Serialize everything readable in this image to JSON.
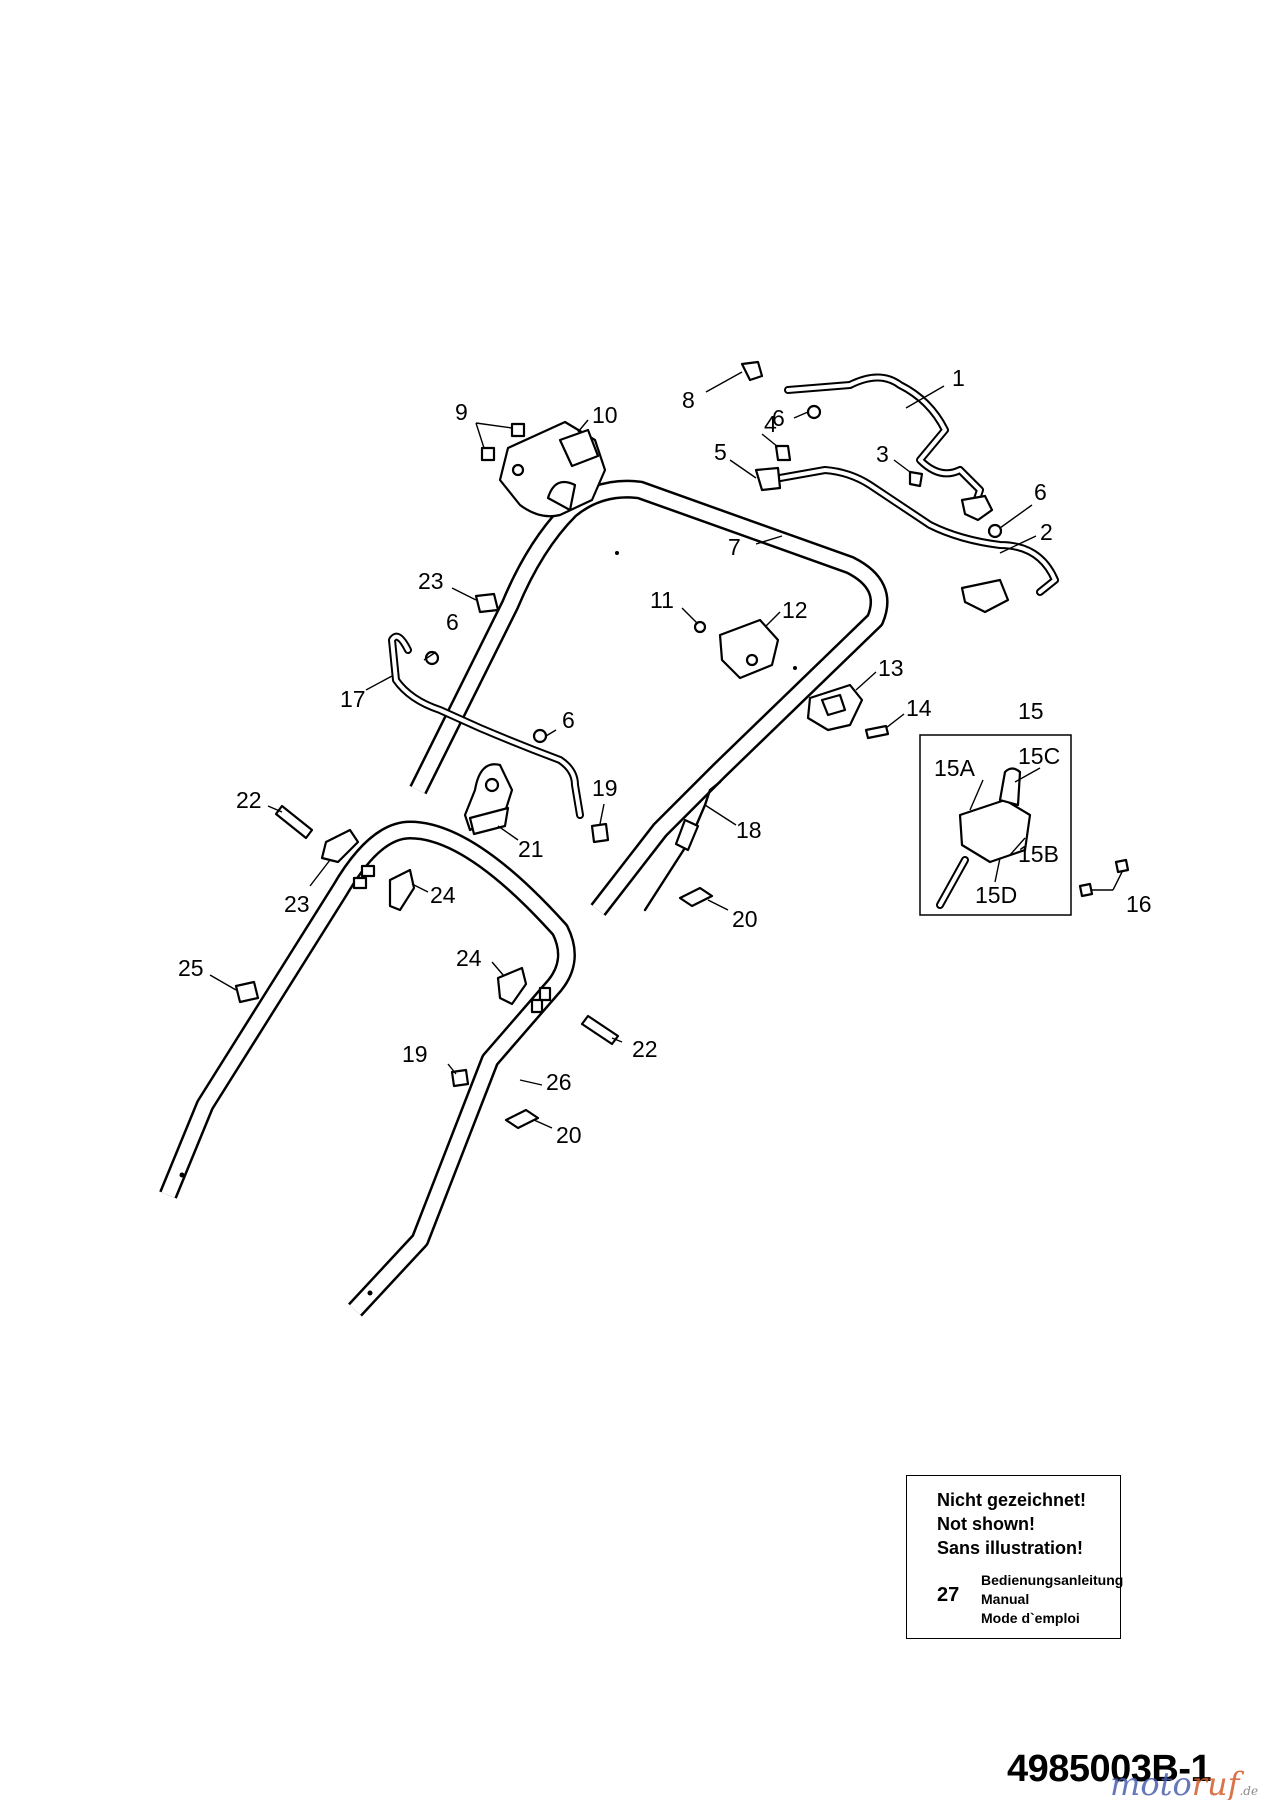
{
  "callouts": [
    {
      "id": "1",
      "text": "1"
    },
    {
      "id": "2",
      "text": "2"
    },
    {
      "id": "3",
      "text": "3"
    },
    {
      "id": "4",
      "text": "4"
    },
    {
      "id": "5",
      "text": "5"
    },
    {
      "id": "6a",
      "text": "6"
    },
    {
      "id": "6b",
      "text": "6"
    },
    {
      "id": "6c",
      "text": "6"
    },
    {
      "id": "6d",
      "text": "6"
    },
    {
      "id": "7",
      "text": "7"
    },
    {
      "id": "8",
      "text": "8"
    },
    {
      "id": "9",
      "text": "9"
    },
    {
      "id": "10",
      "text": "10"
    },
    {
      "id": "11",
      "text": "11"
    },
    {
      "id": "12",
      "text": "12"
    },
    {
      "id": "13",
      "text": "13"
    },
    {
      "id": "14",
      "text": "14"
    },
    {
      "id": "15",
      "text": "15"
    },
    {
      "id": "15A",
      "text": "15A"
    },
    {
      "id": "15B",
      "text": "15B"
    },
    {
      "id": "15C",
      "text": "15C"
    },
    {
      "id": "15D",
      "text": "15D"
    },
    {
      "id": "16",
      "text": "16"
    },
    {
      "id": "17",
      "text": "17"
    },
    {
      "id": "18",
      "text": "18"
    },
    {
      "id": "19a",
      "text": "19"
    },
    {
      "id": "19b",
      "text": "19"
    },
    {
      "id": "20a",
      "text": "20"
    },
    {
      "id": "20b",
      "text": "20"
    },
    {
      "id": "21",
      "text": "21"
    },
    {
      "id": "22a",
      "text": "22"
    },
    {
      "id": "22b",
      "text": "22"
    },
    {
      "id": "23a",
      "text": "23"
    },
    {
      "id": "23b",
      "text": "23"
    },
    {
      "id": "24a",
      "text": "24"
    },
    {
      "id": "24b",
      "text": "24"
    },
    {
      "id": "25",
      "text": "25"
    },
    {
      "id": "26",
      "text": "26"
    }
  ],
  "not_shown_box": {
    "lines": [
      "Nicht gezeichnet!",
      "Not shown!",
      "Sans illustration!"
    ],
    "item_number": "27",
    "item_names": [
      "Bedienungsanleitung",
      "Manual",
      "Mode d`emploi"
    ]
  },
  "document_id": "4985003B-1",
  "watermark": {
    "part1": "moto",
    "part2": "ruf",
    "suffix": ".de"
  }
}
